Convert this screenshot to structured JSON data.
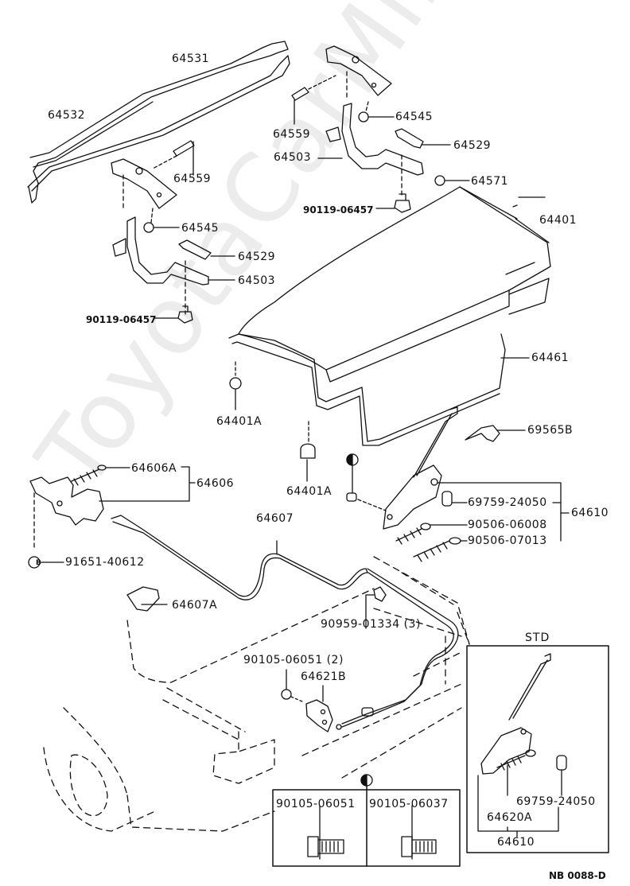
{
  "diagram": {
    "title": "Luggage compartment door & lock",
    "watermark": "ToyotaCarMine.ru",
    "drawing_code": "NB  0088-D",
    "std_box_label": "STD",
    "symbols": {
      "half_circle": "half-filled-circle-symbol",
      "b_circle": "B"
    },
    "labels": {
      "p64531": "64531",
      "p64532": "64532",
      "p64559_left": "64559",
      "p64545_left": "64545",
      "p64529_left": "64529",
      "p64503_left": "64503",
      "p90119_left": "90119-06457",
      "p64559_right": "64559",
      "p64545_right": "64545",
      "p64503_right": "64503",
      "p64529_right": "64529",
      "p64571": "64571",
      "p90119_right": "90119-06457",
      "p64401": "64401",
      "p64461": "64461",
      "p64401A_top": "64401A",
      "p64401A_bottom": "64401A",
      "p69565B": "69565B",
      "p64606A": "64606A",
      "p64606": "64606",
      "p91651": "91651-40612",
      "p64607": "64607",
      "p64607A": "64607A",
      "p69759_main": "69759-24050",
      "p90506_06008": "90506-06008",
      "p90506_07013": "90506-07013",
      "p64610_main": "64610",
      "p90959": "90959-01334 (3)",
      "p90105_2": "90105-06051 (2)",
      "p64621B": "64621B",
      "p90105_06051_box": "90105-06051",
      "p90105_06037_box": "90105-06037",
      "p69759_std": "69759-24050",
      "p64620A": "64620A",
      "p64610_std": "64610"
    }
  }
}
